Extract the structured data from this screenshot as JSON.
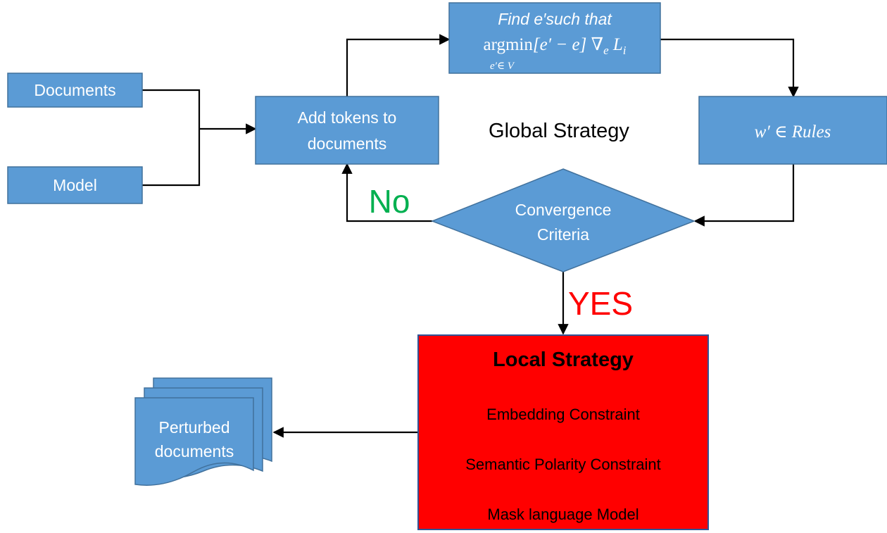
{
  "colors": {
    "box_fill": "#5b9bd5",
    "box_stroke": "#41719c",
    "local_fill": "#ff0000",
    "local_stroke": "#2f5597",
    "no_label": "#00b050",
    "yes_label": "#ff0000",
    "edge": "#000000"
  },
  "nodes": {
    "documents": "Documents",
    "model": "Model",
    "add_tokens": [
      "Add tokens to",
      "documents"
    ],
    "find_box": {
      "line1": "Find e′such that",
      "argmin": "argmin",
      "bracket": "[e′ − e] ∇",
      "grad_sub": "e",
      "loss": "L",
      "loss_sub": "i",
      "under": "e′∈ V"
    },
    "rules_box": "w′ ∈ Rules",
    "convergence": [
      "Convergence",
      "Criteria"
    ],
    "perturbed": [
      "Perturbed",
      "documents"
    ]
  },
  "labels": {
    "global_strategy": "Global Strategy",
    "no": "No",
    "yes": "YES"
  },
  "local_strategy": {
    "title": "Local Strategy",
    "items": [
      "Embedding Constraint",
      "Semantic Polarity Constraint",
      "Mask language Model"
    ]
  }
}
